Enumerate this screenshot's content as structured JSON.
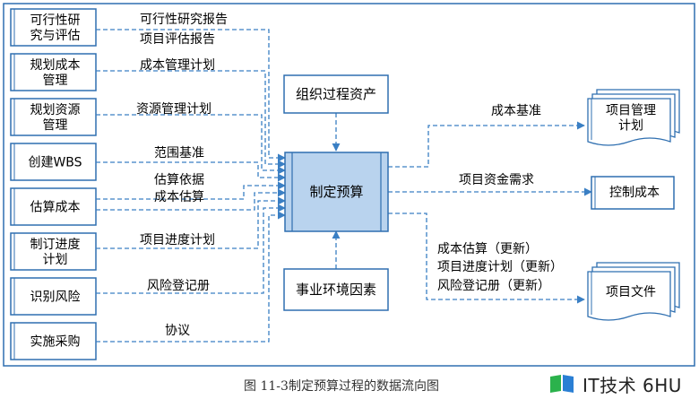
{
  "diagram": {
    "inputs": [
      {
        "lines": [
          "可行性研",
          "究与评估"
        ],
        "arrow_labels": [
          "可行性研究报告",
          "项目评估报告"
        ]
      },
      {
        "lines": [
          "规划成本",
          "管理"
        ],
        "arrow_labels": [
          "成本管理计划"
        ]
      },
      {
        "lines": [
          "规划资源",
          "管理"
        ],
        "arrow_labels": [
          "资源管理计划"
        ]
      },
      {
        "lines": [
          "创建WBS"
        ],
        "arrow_labels": [
          "范围基准"
        ]
      },
      {
        "lines": [
          "估算成本"
        ],
        "arrow_labels": [
          "估算依据",
          "成本估算"
        ]
      },
      {
        "lines": [
          "制订进度",
          "计划"
        ],
        "arrow_labels": [
          "项目进度计划"
        ]
      },
      {
        "lines": [
          "识别风险"
        ],
        "arrow_labels": [
          "风险登记册"
        ]
      },
      {
        "lines": [
          "实施采购"
        ],
        "arrow_labels": [
          "协议"
        ]
      }
    ],
    "center": "制定预算",
    "top_input": "组织过程资产",
    "bottom_input": "事业环境因素",
    "outputs": [
      {
        "lines": [
          "项目管理",
          "计划"
        ],
        "arrow_labels": [
          "成本基准"
        ]
      },
      {
        "lines": [
          "控制成本"
        ],
        "arrow_labels": [
          "项目资金需求"
        ]
      },
      {
        "lines": [
          "项目文件"
        ],
        "arrow_labels": [
          "成本估算（更新）",
          "项目进度计划（更新）",
          "风险登记册（更新）"
        ]
      }
    ]
  },
  "caption": {
    "number": "图 11-3",
    "title": "制定预算过程的数据流向图"
  },
  "watermark": {
    "text": "IT技术 6HU"
  },
  "colors": {
    "border": "#2f6fb0",
    "arrow": "#3a7fc4",
    "center_fill": "#b9d3ee"
  }
}
